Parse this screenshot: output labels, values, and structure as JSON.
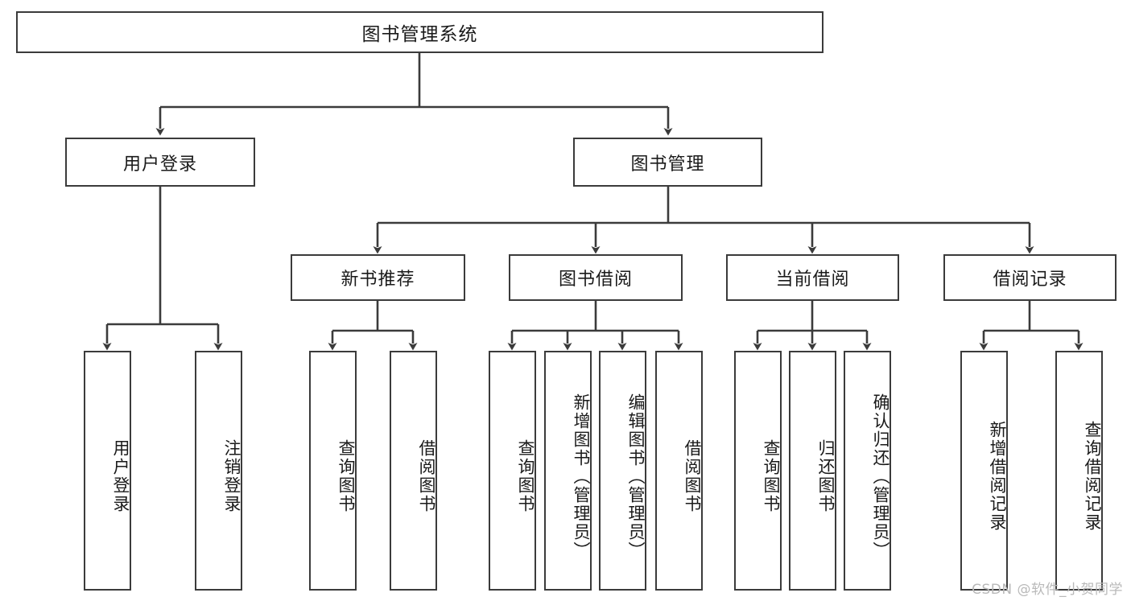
{
  "meta": {
    "title": "图书管理系统 功能结构图",
    "watermark": "CSDN @软件_小贺同学",
    "line_color": "#3b3b3b",
    "box_fill": "#ffffff",
    "text_color": "#1a1a1a",
    "watermark_color": "#b9b9b9"
  },
  "diagram": {
    "type": "tree",
    "orientation": "top-down",
    "root": {
      "id": "root",
      "label": "图书管理系统",
      "level": 0
    },
    "level2": [
      {
        "id": "user-login",
        "label": "用户登录",
        "level": 1
      },
      {
        "id": "book-management",
        "label": "图书管理",
        "level": 1
      }
    ],
    "level3": [
      {
        "id": "new-book-recommend",
        "label": "新书推荐",
        "level": 2,
        "parent": "book-management"
      },
      {
        "id": "book-borrow",
        "label": "图书借阅",
        "level": 2,
        "parent": "book-management"
      },
      {
        "id": "current-borrow",
        "label": "当前借阅",
        "level": 2,
        "parent": "book-management"
      },
      {
        "id": "borrow-record",
        "label": "借阅记录",
        "level": 2,
        "parent": "book-management"
      }
    ],
    "leaves": [
      {
        "id": "leaf-user-login",
        "label": "用户登录",
        "parent": "user-login"
      },
      {
        "id": "leaf-logout",
        "label": "注销登录",
        "parent": "user-login"
      },
      {
        "id": "leaf-query-book-1",
        "label": "查询图书",
        "parent": "new-book-recommend"
      },
      {
        "id": "leaf-borrow-book-1",
        "label": "借阅图书",
        "parent": "new-book-recommend"
      },
      {
        "id": "leaf-query-book-2",
        "label": "查询图书",
        "parent": "book-borrow"
      },
      {
        "id": "leaf-add-book",
        "label": "新增图书（管理员）",
        "parent": "book-borrow"
      },
      {
        "id": "leaf-edit-book",
        "label": "编辑图书（管理员）",
        "parent": "book-borrow"
      },
      {
        "id": "leaf-borrow-book-2",
        "label": "借阅图书",
        "parent": "book-borrow"
      },
      {
        "id": "leaf-query-book-3",
        "label": "查询图书",
        "parent": "current-borrow"
      },
      {
        "id": "leaf-return-book",
        "label": "归还图书",
        "parent": "current-borrow"
      },
      {
        "id": "leaf-confirm-return",
        "label": "确认归还（管理员）",
        "parent": "current-borrow"
      },
      {
        "id": "leaf-add-record",
        "label": "新增借阅记录",
        "parent": "borrow-record"
      },
      {
        "id": "leaf-query-record",
        "label": "查询借阅记录",
        "parent": "borrow-record"
      }
    ]
  }
}
